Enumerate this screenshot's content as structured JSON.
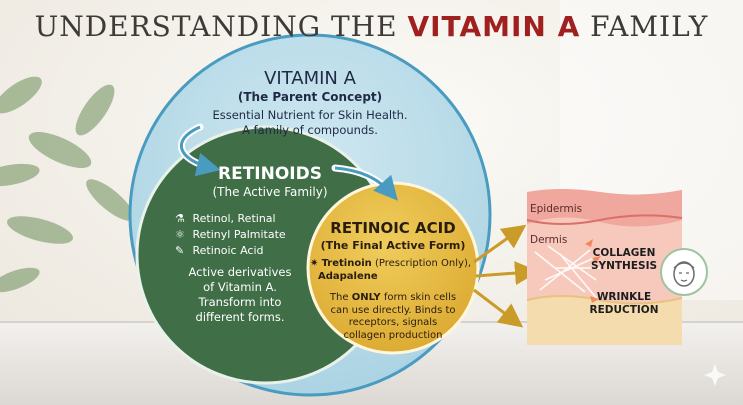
{
  "title": {
    "prefix": "UNDERSTANDING THE",
    "accent": "VITAMIN A",
    "suffix": "FAMILY"
  },
  "vitamin_a": {
    "heading": "VITAMIN A",
    "subheading": "(The Parent Concept)",
    "desc_line1": "Essential Nutrient for Skin Health.",
    "desc_line2": "A family of compounds."
  },
  "retinoids": {
    "heading": "RETINOIDS",
    "subheading": "(The Active Family)",
    "items": [
      {
        "icon": "flask-icon",
        "label": "Retinol, Retinal"
      },
      {
        "icon": "molecule-icon",
        "label": "Retinyl Palmitate"
      },
      {
        "icon": "dropper-icon",
        "label": "Retinoic Acid"
      }
    ],
    "desc_line1": "Active derivatives",
    "desc_line2": "of Vitamin A.",
    "desc_line3": "Transform into",
    "desc_line4": "different forms."
  },
  "retinoic_acid": {
    "heading": "RETINOIC ACID",
    "subheading": "(The Final Active Form)",
    "bullet_bold": "Tretinoin",
    "bullet_rest": "(Prescription Only),",
    "bullet_line2": "Adapalene",
    "desc_line1_pre": "The",
    "desc_line1_bold": "ONLY",
    "desc_line1_post": "form skin cells",
    "desc_line2": "can use directly. Binds to",
    "desc_line3": "receptors, signals",
    "desc_line4": "collagen production"
  },
  "skin": {
    "epidermis": "Epidermis",
    "dermis": "Dermis",
    "collagen_line1": "COLLAGEN",
    "collagen_line2": "SYNTHESIS",
    "wrinkle_line1": "WRINKLE",
    "wrinkle_line2": "REDUCTION"
  },
  "colors": {
    "outer_circle": "#b4d9e6",
    "outer_stroke": "#4a9bc0",
    "green_circle": "#3f6e47",
    "gold_circle": "#e3b740",
    "accent_red": "#a0201f"
  }
}
